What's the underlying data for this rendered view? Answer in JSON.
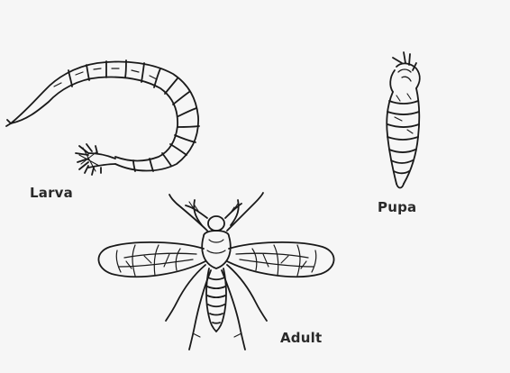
{
  "labels": {
    "larva": "Larva",
    "pupa": "Pupa",
    "adult": "Adult"
  },
  "colors": {
    "ink": "#1a1a1a",
    "background": "#f6f6f6"
  }
}
